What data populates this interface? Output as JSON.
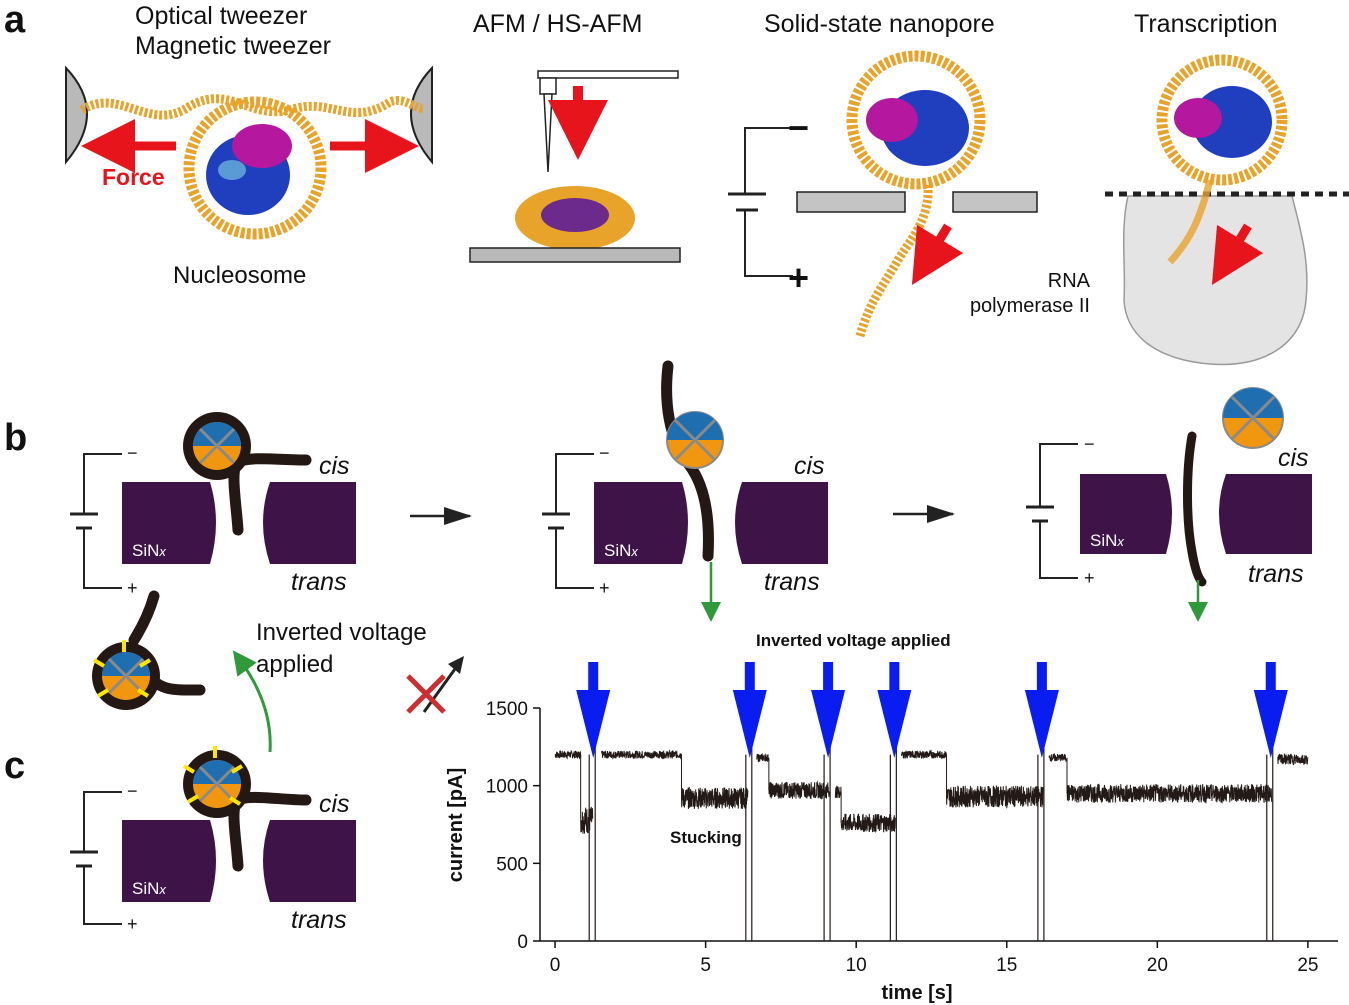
{
  "panel_a": {
    "letter": "a",
    "tweezer_title_line1": "Optical tweezer",
    "tweezer_title_line2": "Magnetic tweezer",
    "force_label": "Force",
    "nucleosome_label": "Nucleosome",
    "afm_title": "AFM / HS-AFM",
    "nanopore_title": "Solid-state nanopore",
    "nanopore_minus": "−",
    "nanopore_plus": "+",
    "transcription_title": "Transcription",
    "rnap_line1": "RNA",
    "rnap_line2": "polymerase II"
  },
  "panel_b": {
    "letter": "b",
    "cis": "cis",
    "trans": "trans",
    "sin": "SiN",
    "sin_sub": "x",
    "minus": "−",
    "plus": "+"
  },
  "panel_c": {
    "letter": "c",
    "inverted_line1": "Inverted voltage",
    "inverted_line2": "applied",
    "cis": "cis",
    "trans": "trans",
    "sin": "SiN",
    "sin_sub": "x",
    "minus": "−",
    "plus": "+"
  },
  "colors": {
    "dna": "#e8a32b",
    "histone_blue": "#1f3fbf",
    "histone_magenta": "#b5179e",
    "nanopore_membrane": "#3e1448",
    "force_arrow": "#e8141b",
    "voltage_arrow": "#0a1df0",
    "translocation_arrow": "#2e9a3a",
    "octamer_blue": "#1f6fb0",
    "octamer_orange": "#f0960f",
    "mark_yellow": "#ffe600"
  },
  "chart_data": {
    "type": "line",
    "annotation_top": "Inverted voltage applied",
    "annotation_stuck": "Stucking",
    "xlabel": "time [s]",
    "ylabel": "current [pA]",
    "xlim": [
      -0.5,
      26
    ],
    "ylim": [
      0,
      1500
    ],
    "xticks": [
      0,
      5,
      10,
      15,
      20,
      25
    ],
    "yticks": [
      0,
      500,
      1000,
      1500
    ],
    "grid": false,
    "inverted_voltage_times": [
      1.4,
      6.6,
      9.2,
      11.4,
      16.3,
      23.9
    ],
    "segments": [
      {
        "start": 0.0,
        "end": 0.85,
        "level": 1200,
        "noise": 25
      },
      {
        "start": 0.85,
        "end": 1.25,
        "level": 780,
        "noise": 90
      },
      {
        "start": 1.55,
        "end": 4.2,
        "level": 1200,
        "noise": 25
      },
      {
        "start": 4.2,
        "end": 6.4,
        "level": 920,
        "noise": 70
      },
      {
        "start": 6.7,
        "end": 7.1,
        "level": 1180,
        "noise": 25
      },
      {
        "start": 7.1,
        "end": 9.1,
        "level": 970,
        "noise": 55
      },
      {
        "start": 9.3,
        "end": 9.5,
        "level": 960,
        "noise": 40
      },
      {
        "start": 9.5,
        "end": 11.3,
        "level": 760,
        "noise": 60
      },
      {
        "start": 11.5,
        "end": 13.0,
        "level": 1200,
        "noise": 25
      },
      {
        "start": 13.0,
        "end": 16.2,
        "level": 930,
        "noise": 70
      },
      {
        "start": 16.4,
        "end": 17.0,
        "level": 1180,
        "noise": 25
      },
      {
        "start": 17.0,
        "end": 23.8,
        "level": 950,
        "noise": 60
      },
      {
        "start": 24.0,
        "end": 25.0,
        "level": 1170,
        "noise": 35
      }
    ]
  }
}
